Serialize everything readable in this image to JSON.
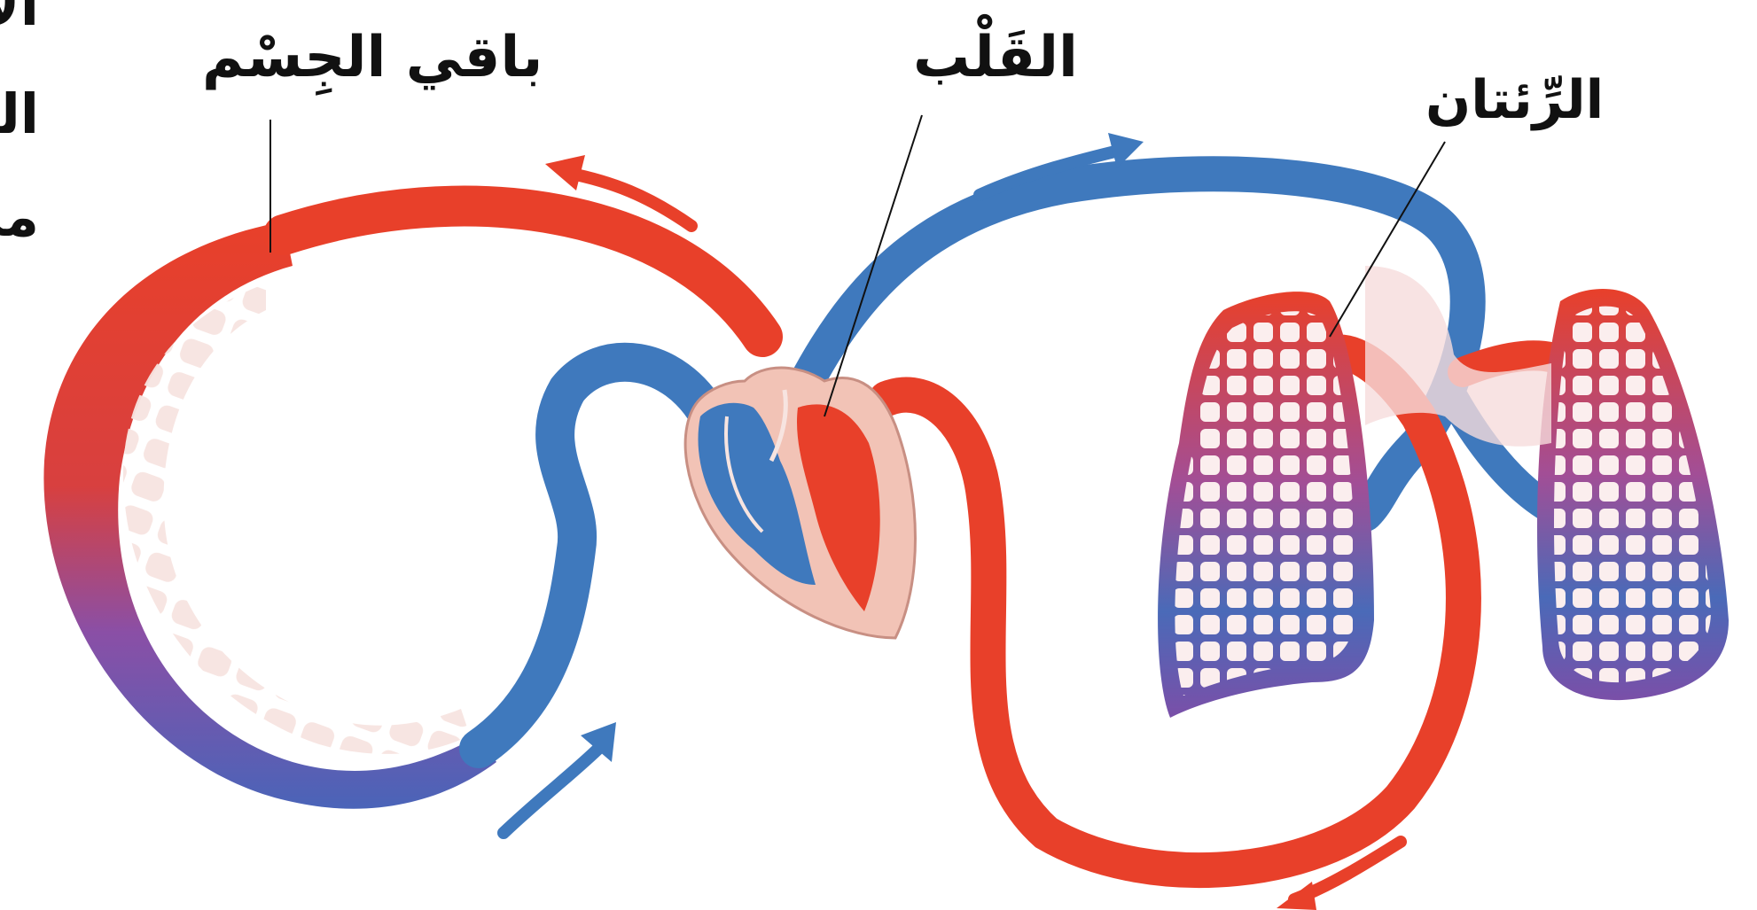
{
  "labels": {
    "body": "باقي الجِسْم",
    "heart": "القَلْب",
    "lungs": "الرِّئتان"
  },
  "cut_text": [
    "الأ",
    "الدَّ",
    "منَ"
  ],
  "colors": {
    "oxygenated": "#e8402a",
    "deoxygenated": "#3f79bd",
    "capillary_mix": "#7a4fa8",
    "tissue_fill": "#f7e4e0",
    "heart_wall": "#f2c3b6",
    "lung_fill": "#f6dcdc"
  }
}
